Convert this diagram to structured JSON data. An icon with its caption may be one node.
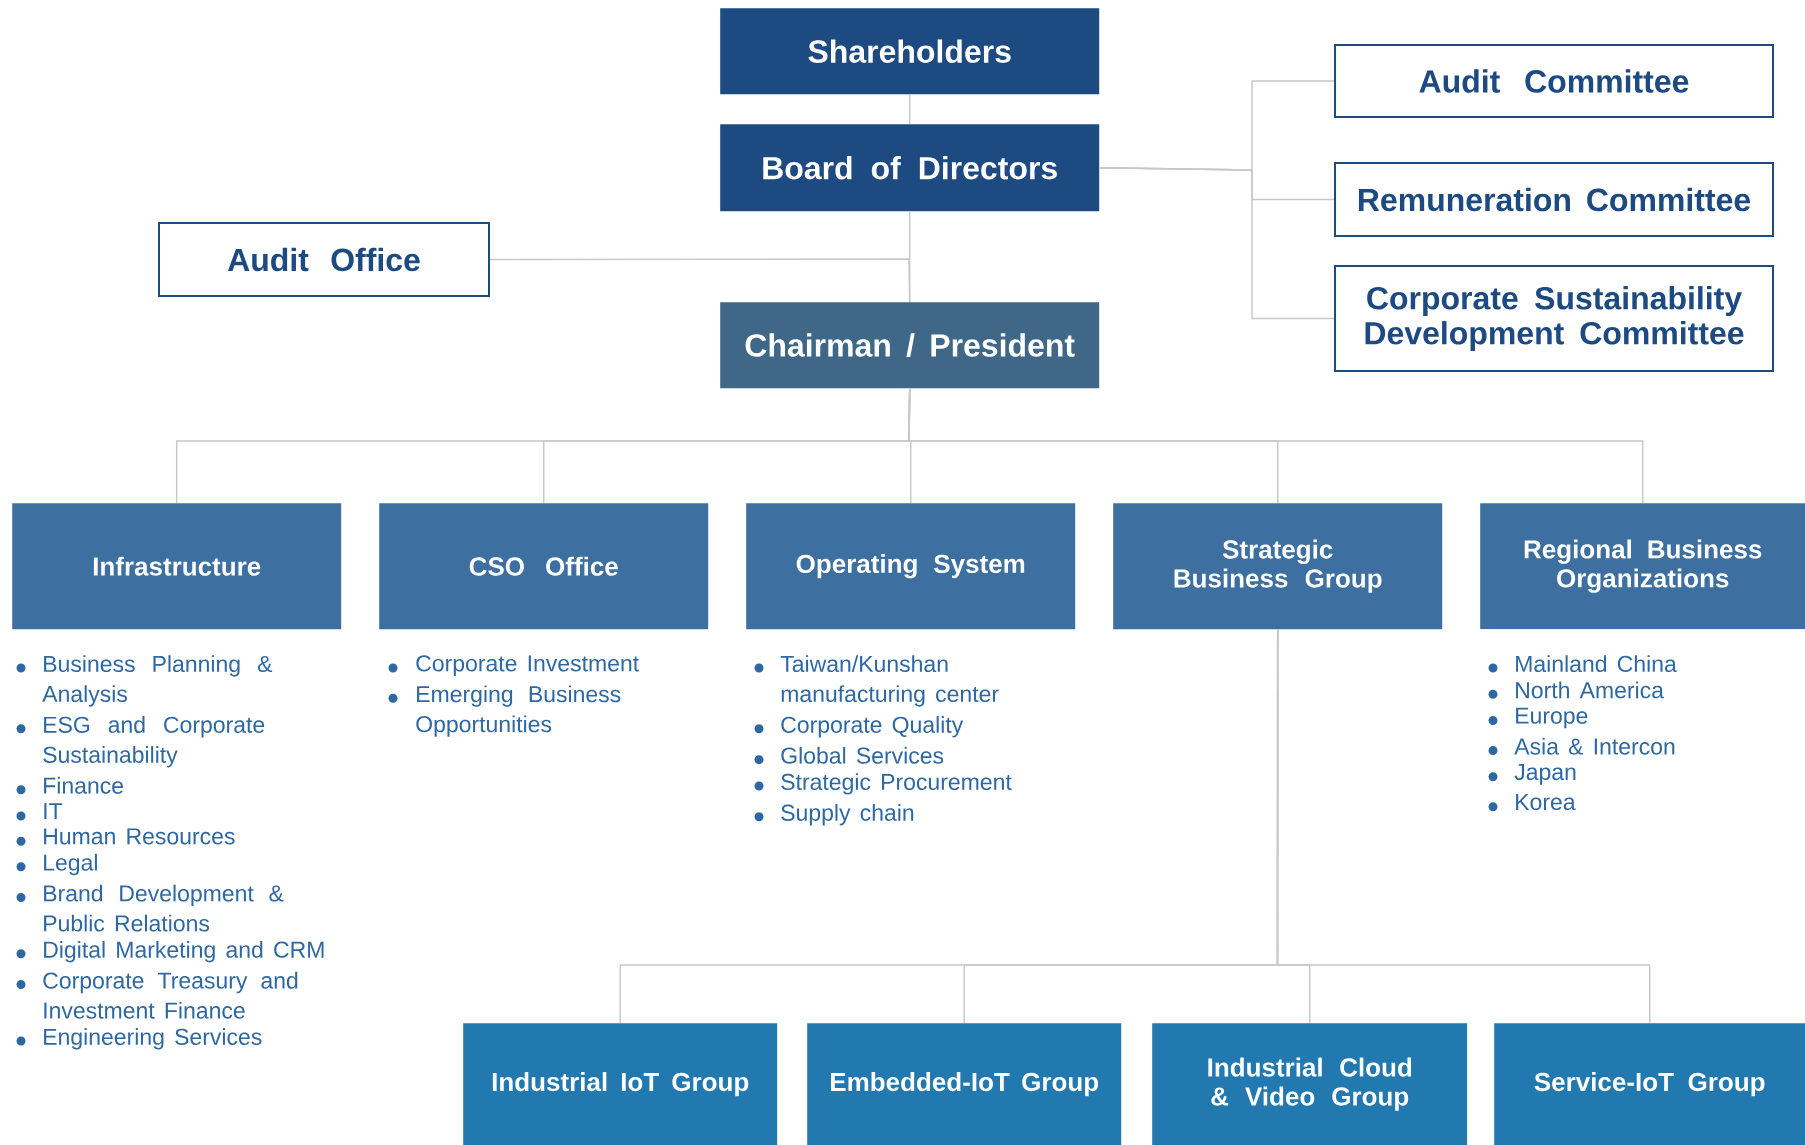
{
  "diagram": {
    "nodes": [
      {
        "text": [
          "Shareholders"
        ]
      },
      {
        "text": [
          "Board of Directors"
        ]
      },
      {
        "text": [
          "Audit Office"
        ]
      },
      {
        "text": [
          "Chairman / President"
        ]
      },
      {
        "text": [
          "Audit Committee"
        ]
      },
      {
        "text": [
          "Remuneration Committee"
        ]
      },
      {
        "text": [
          "Corporate Sustainability Development Committee"
        ]
      },
      {
        "text": [
          "Infrastructure"
        ],
        "beside": [
          "Business Planning & Analysis",
          "ESG and Corporate Sustainability",
          "Finance",
          "IT",
          "Human Resources",
          "Legal",
          "Brand Development & Public Relations",
          "Digital Marketing and CRM",
          "Corporate Treasury and Investment Finance",
          "Engineering Services"
        ]
      },
      {
        "text": [
          "CSO Office"
        ],
        "beside": [
          "Corporate Investment",
          "Emerging Business Opportunities"
        ]
      },
      {
        "text": [
          "Operating System"
        ],
        "beside": [
          "Taiwan/Kunshan manufacturing center",
          "Corporate Quality",
          "Global Services",
          "Strategic Procurement",
          "Supply chain"
        ]
      },
      {
        "text": [
          "Strategic Business Group"
        ]
      },
      {
        "text": [
          "Regional Business Organizations"
        ],
        "beside": [
          "Mainland China",
          "North America",
          "Europe",
          "Asia & Intercon",
          "Japan",
          "Korea"
        ]
      },
      {
        "text": [
          "Industrial IoT Group"
        ]
      },
      {
        "text": [
          "Embedded-IoT Group"
        ]
      },
      {
        "text": [
          "Industrial Cloud & Video Group"
        ]
      },
      {
        "text": [
          "Service-IoT Group"
        ]
      }
    ],
    "edges": [
      {
        "from": 0,
        "to": 1,
        "arrow": "none"
      },
      {
        "from": 1,
        "to": 3,
        "arrow": "none"
      },
      {
        "from": 2,
        "to": 3,
        "arrow": "none"
      },
      {
        "from": 1,
        "to": 4,
        "arrow": "none"
      },
      {
        "from": 1,
        "to": 5,
        "arrow": "none"
      },
      {
        "from": 1,
        "to": 6,
        "arrow": "none"
      },
      {
        "from": 3,
        "to": 7,
        "arrow": "none"
      },
      {
        "from": 3,
        "to": 8,
        "arrow": "none"
      },
      {
        "from": 3,
        "to": 9,
        "arrow": "none"
      },
      {
        "from": 3,
        "to": 10,
        "arrow": "none"
      },
      {
        "from": 3,
        "to": 11,
        "arrow": "none"
      },
      {
        "from": 10,
        "to": 12,
        "arrow": "none"
      },
      {
        "from": 10,
        "to": 13,
        "arrow": "none"
      },
      {
        "from": 10,
        "to": 14,
        "arrow": "none"
      },
      {
        "from": 10,
        "to": 15,
        "arrow": "none"
      }
    ]
  }
}
